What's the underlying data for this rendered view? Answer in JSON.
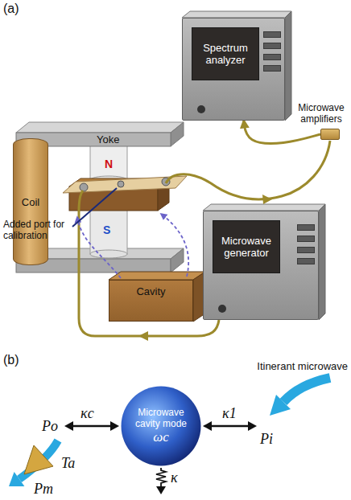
{
  "diagram": {
    "nodes": [
      {
        "text": [
          "Spectrum analyzer"
        ]
      },
      {
        "text": [
          "Microwave amplifiers"
        ]
      },
      {
        "text": [
          "Coil"
        ]
      },
      {
        "text": [
          "Microwave generator"
        ]
      },
      {
        "text": [
          "Cavity"
        ]
      },
      {
        "text": [
          "Microwave cavity mode",
          "ωc"
        ]
      }
    ],
    "edges": [
      {
        "from": 1,
        "to": 0,
        "arrow": "to"
      }
    ],
    "labels": [
      "(a)",
      "Yoke",
      "N",
      "S",
      "Added port for calibration",
      "(b)",
      "Itinerant microwave",
      "κc",
      "κ1",
      "Pi",
      "Po",
      "Ta",
      "Pm",
      "κ"
    ]
  }
}
